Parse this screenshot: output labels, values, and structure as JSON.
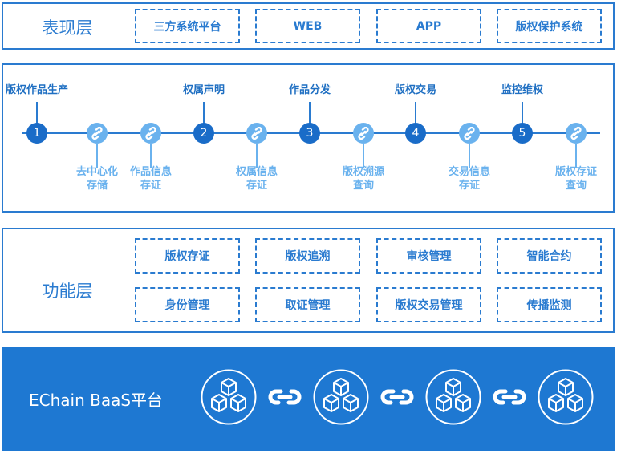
{
  "presentation_layer": {
    "title": "表现层",
    "items": [
      "三方系统平台",
      "WEB",
      "APP",
      "版权保护系统"
    ]
  },
  "process_flow": {
    "steps": [
      {
        "number": "1",
        "label": "版权作品生产"
      },
      {
        "number": "2",
        "label": "权属声明"
      },
      {
        "number": "3",
        "label": "作品分发"
      },
      {
        "number": "4",
        "label": "版权交易"
      },
      {
        "number": "5",
        "label": "监控维权"
      }
    ],
    "chain_nodes": [
      {
        "line1": "去中心化",
        "line2": "存储"
      },
      {
        "line1": "作品信息",
        "line2": "存证"
      },
      {
        "line1": "权属信息",
        "line2": "存证"
      },
      {
        "line1": "版权溯源",
        "line2": "查询"
      },
      {
        "line1": "交易信息",
        "line2": "存证"
      },
      {
        "line1": "版权存证",
        "line2": "查询"
      }
    ]
  },
  "function_layer": {
    "title": "功能层",
    "row1": [
      "版权存证",
      "版权追溯",
      "审核管理",
      "智能合约"
    ],
    "row2": [
      "身份管理",
      "取证管理",
      "版权交易管理",
      "传播监测"
    ]
  },
  "platform_layer": {
    "title": "EChain BaaS平台",
    "block_icons": [
      "blocks-icon",
      "blocks-icon",
      "blocks-icon",
      "blocks-icon"
    ],
    "link_icons": [
      "chain-link-icon",
      "chain-link-icon",
      "chain-link-icon"
    ]
  },
  "colors": {
    "primary": "#2a7bd0",
    "step_circle": "#1a6cc8",
    "chain_circle": "#6ab2ee",
    "platform_bg": "#1e78d2"
  }
}
